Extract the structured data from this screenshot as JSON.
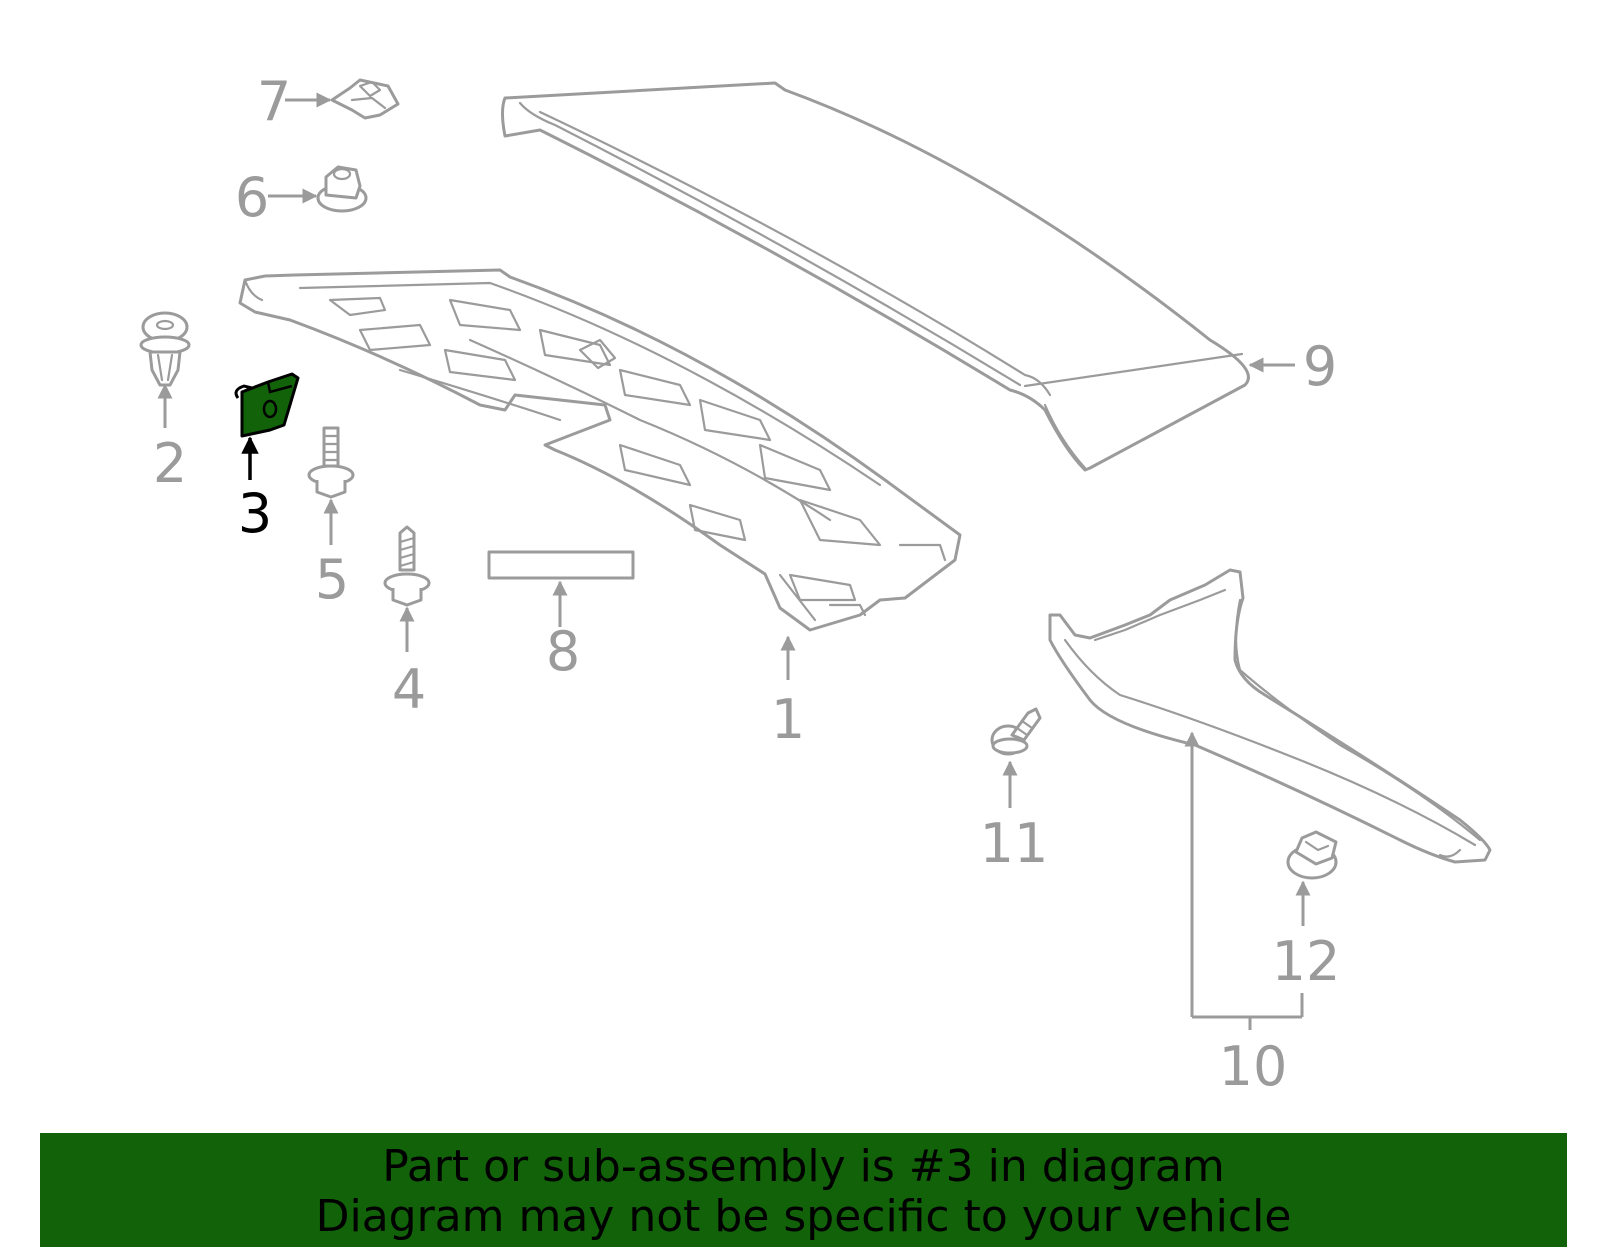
{
  "callouts": {
    "c1": "1",
    "c2": "2",
    "c3": "3",
    "c4": "4",
    "c5": "5",
    "c6": "6",
    "c7": "7",
    "c8": "8",
    "c9": "9",
    "c10": "10",
    "c11": "11",
    "c12": "12"
  },
  "highlighted_part": "3",
  "colors": {
    "part_stroke": "#9b9b9b",
    "highlight_fill": "#116208",
    "banner_background": "#116208",
    "text_highlight": "#000000"
  },
  "banner": {
    "line1": "Part or sub-assembly is #3 in diagram",
    "line2": "Diagram may not be specific to your vehicle"
  }
}
